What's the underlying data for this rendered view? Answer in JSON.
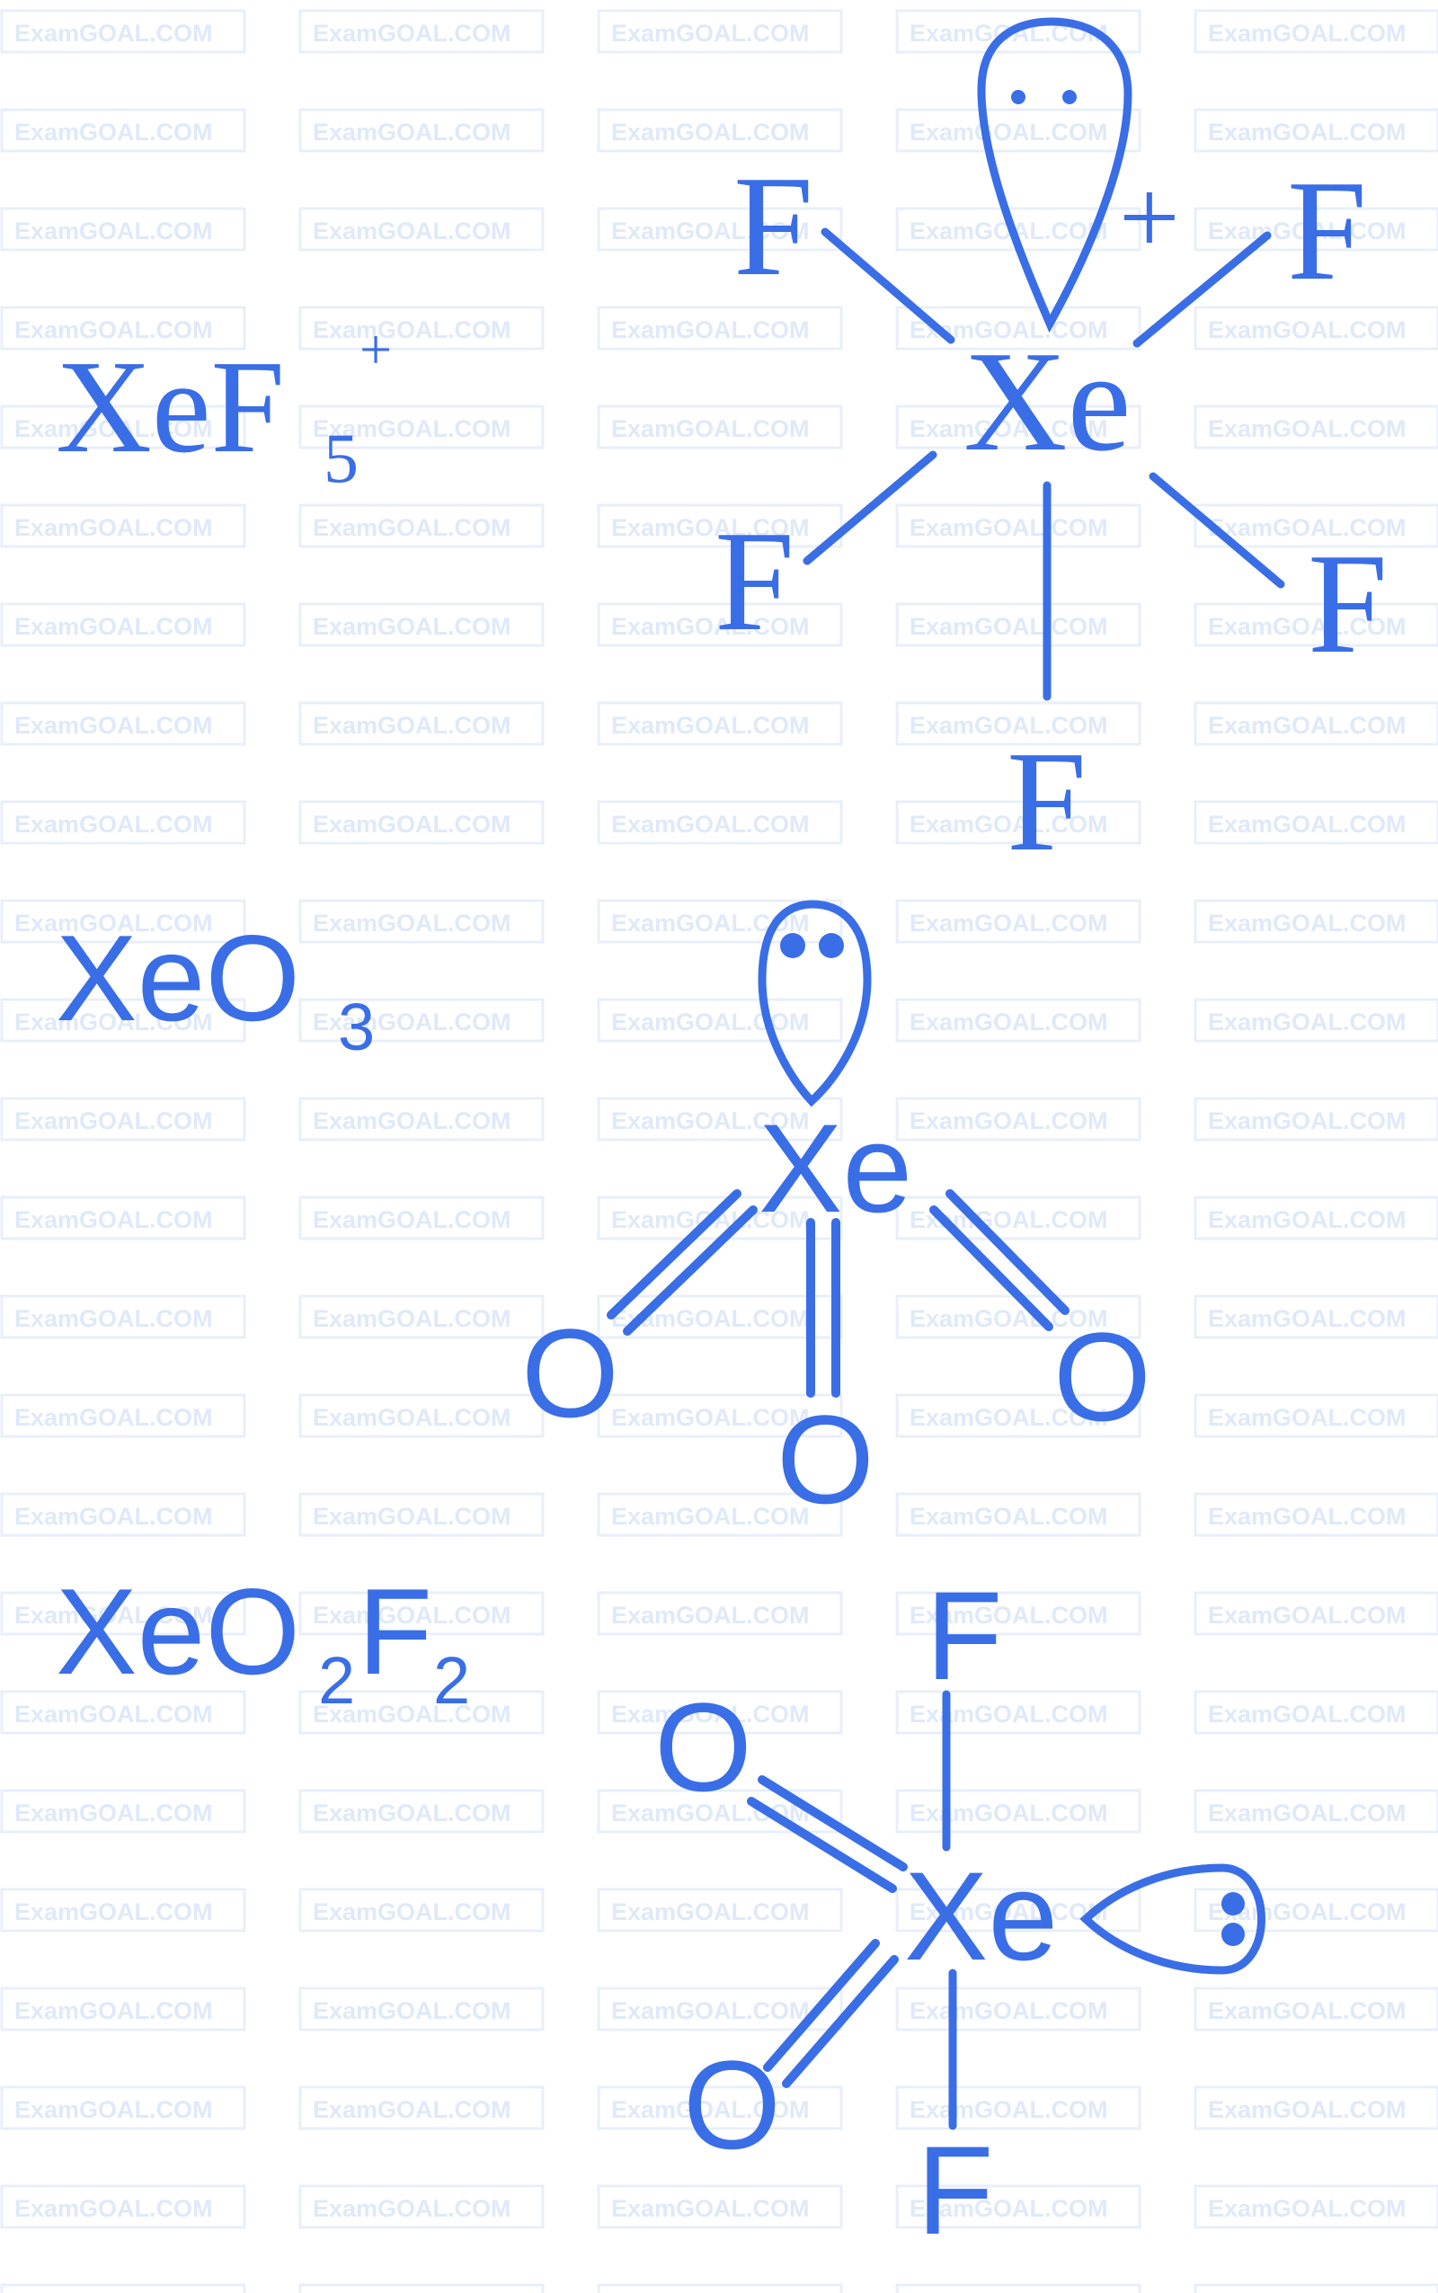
{
  "colors": {
    "ink": "#3a6ee6",
    "watermark_text": "#dfe9f8",
    "watermark_box": "#e8eff9"
  },
  "watermark": {
    "text": "ExamGOAL.COM"
  },
  "xef5": {
    "formula": {
      "main": "XeF",
      "sub": "5",
      "sup": "+"
    },
    "center": "Xe",
    "charge": "+",
    "atoms": {
      "top_left": "F",
      "top_right": "F",
      "left": "F",
      "right": "F",
      "bottom": "F"
    }
  },
  "xeo3": {
    "formula": {
      "main": "XeO",
      "sub": "3"
    },
    "center": "Xe",
    "atoms": {
      "left": "O",
      "bottom": "O",
      "right": "O"
    }
  },
  "xeo2f2": {
    "formula": {
      "main1": "XeO",
      "sub1": "2",
      "main2": "F",
      "sub2": "2"
    },
    "center": "Xe",
    "atoms": {
      "top": "F",
      "upper_left": "O",
      "lower_left": "O",
      "bottom": "F"
    }
  }
}
